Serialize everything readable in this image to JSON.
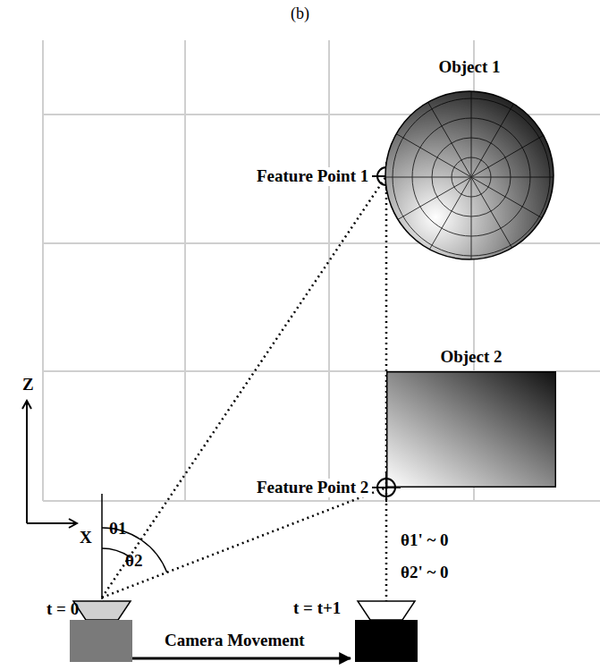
{
  "diagram": {
    "title": "(b)",
    "nodes": [
      {
        "text": [
          "Object 1"
        ]
      },
      {
        "text": [
          "Object 2"
        ]
      }
    ],
    "labels": [
      "Feature Point 1",
      "Feature Point 2",
      "Z",
      "X",
      "θ1",
      "θ2",
      "t = 0",
      "t = t+1",
      "θ1' ~ 0",
      "θ2' ~ 0",
      "Camera Movement"
    ]
  }
}
